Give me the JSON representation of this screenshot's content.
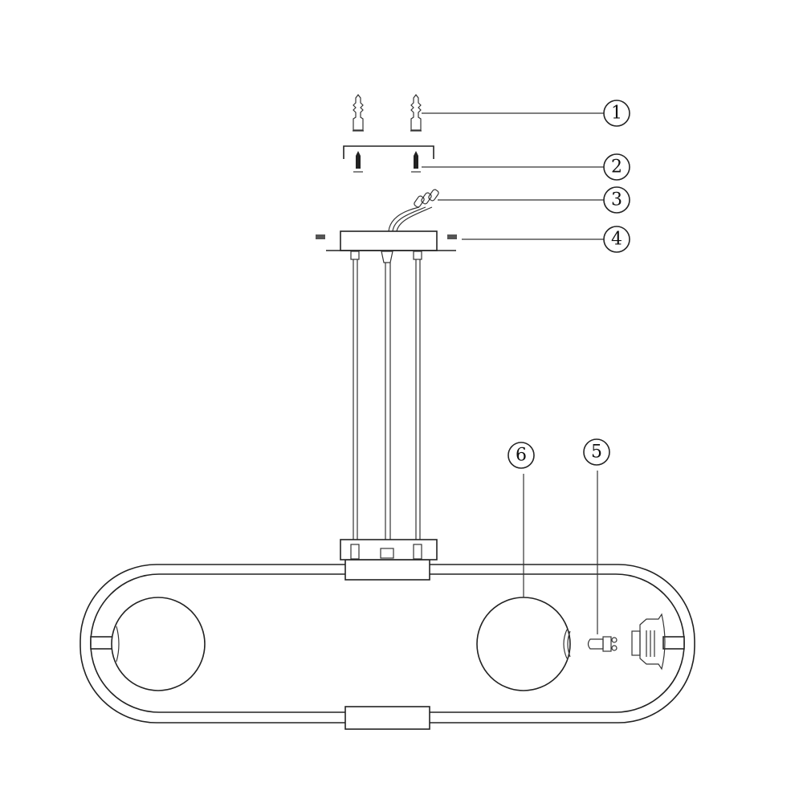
{
  "callouts": [
    {
      "label": "1",
      "part": "wall-anchor"
    },
    {
      "label": "2",
      "part": "mounting-bracket-screws"
    },
    {
      "label": "3",
      "part": "wire-connectors"
    },
    {
      "label": "4",
      "part": "canopy-screws"
    },
    {
      "label": "5",
      "part": "g9-bulb"
    },
    {
      "label": "6",
      "part": "glass-globe"
    }
  ]
}
